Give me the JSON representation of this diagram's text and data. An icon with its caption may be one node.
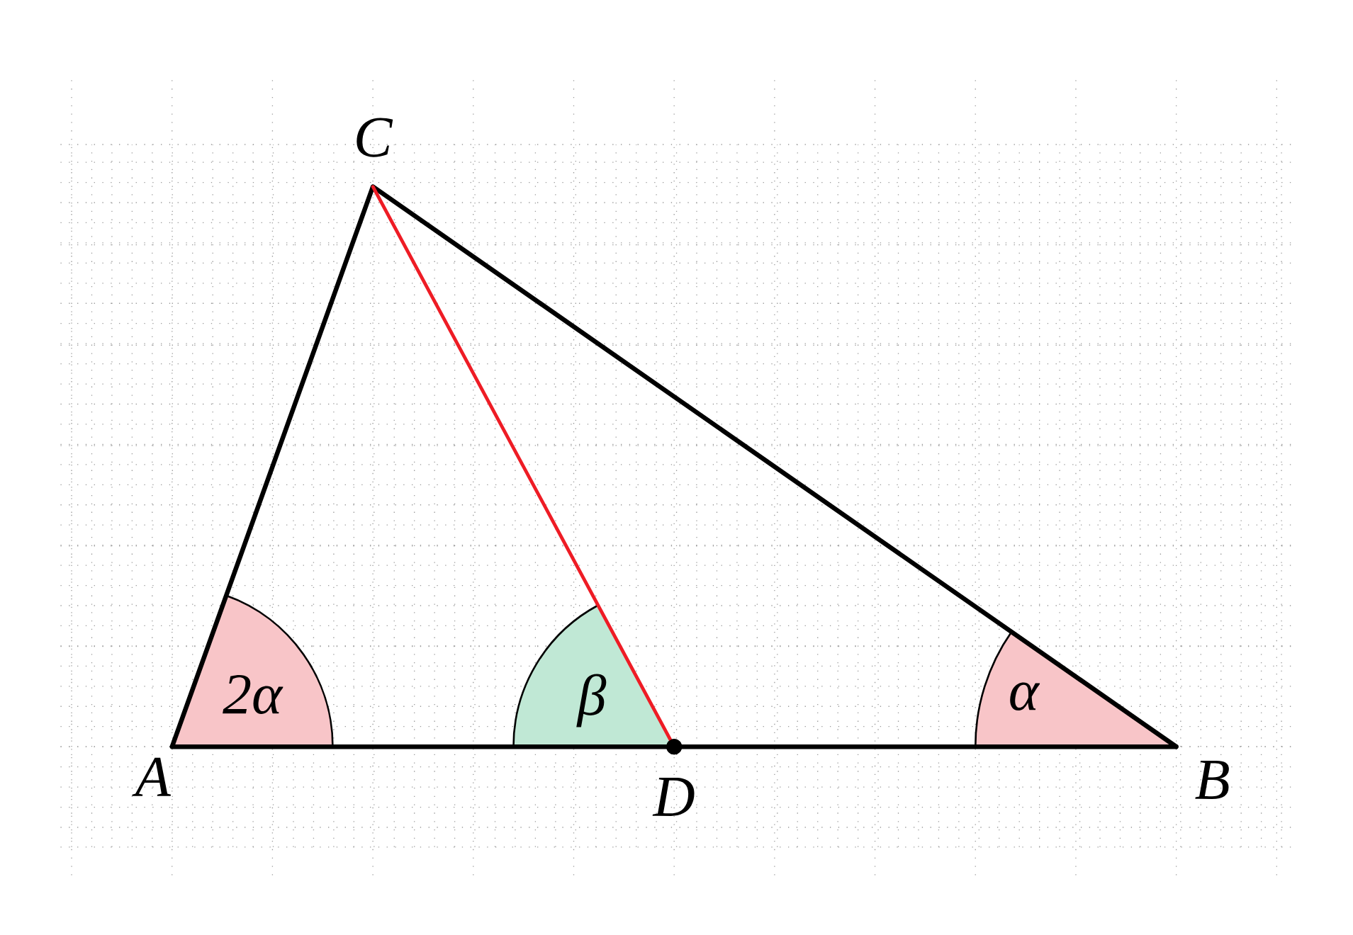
{
  "diagram": {
    "nodes": [
      {
        "text": [
          "A"
        ]
      },
      {
        "text": [
          "B"
        ]
      },
      {
        "text": [
          "C"
        ]
      },
      {
        "text": [
          "D"
        ]
      }
    ],
    "edges": [
      {
        "from": 0,
        "to": 1,
        "arrow": "none"
      },
      {
        "from": 1,
        "to": 2,
        "arrow": "none"
      },
      {
        "from": 2,
        "to": 0,
        "arrow": "none"
      },
      {
        "from": 2,
        "to": 3,
        "arrow": "none",
        "color": "#ee1c25"
      }
    ],
    "labels": [
      "2α",
      "β",
      "α"
    ]
  }
}
